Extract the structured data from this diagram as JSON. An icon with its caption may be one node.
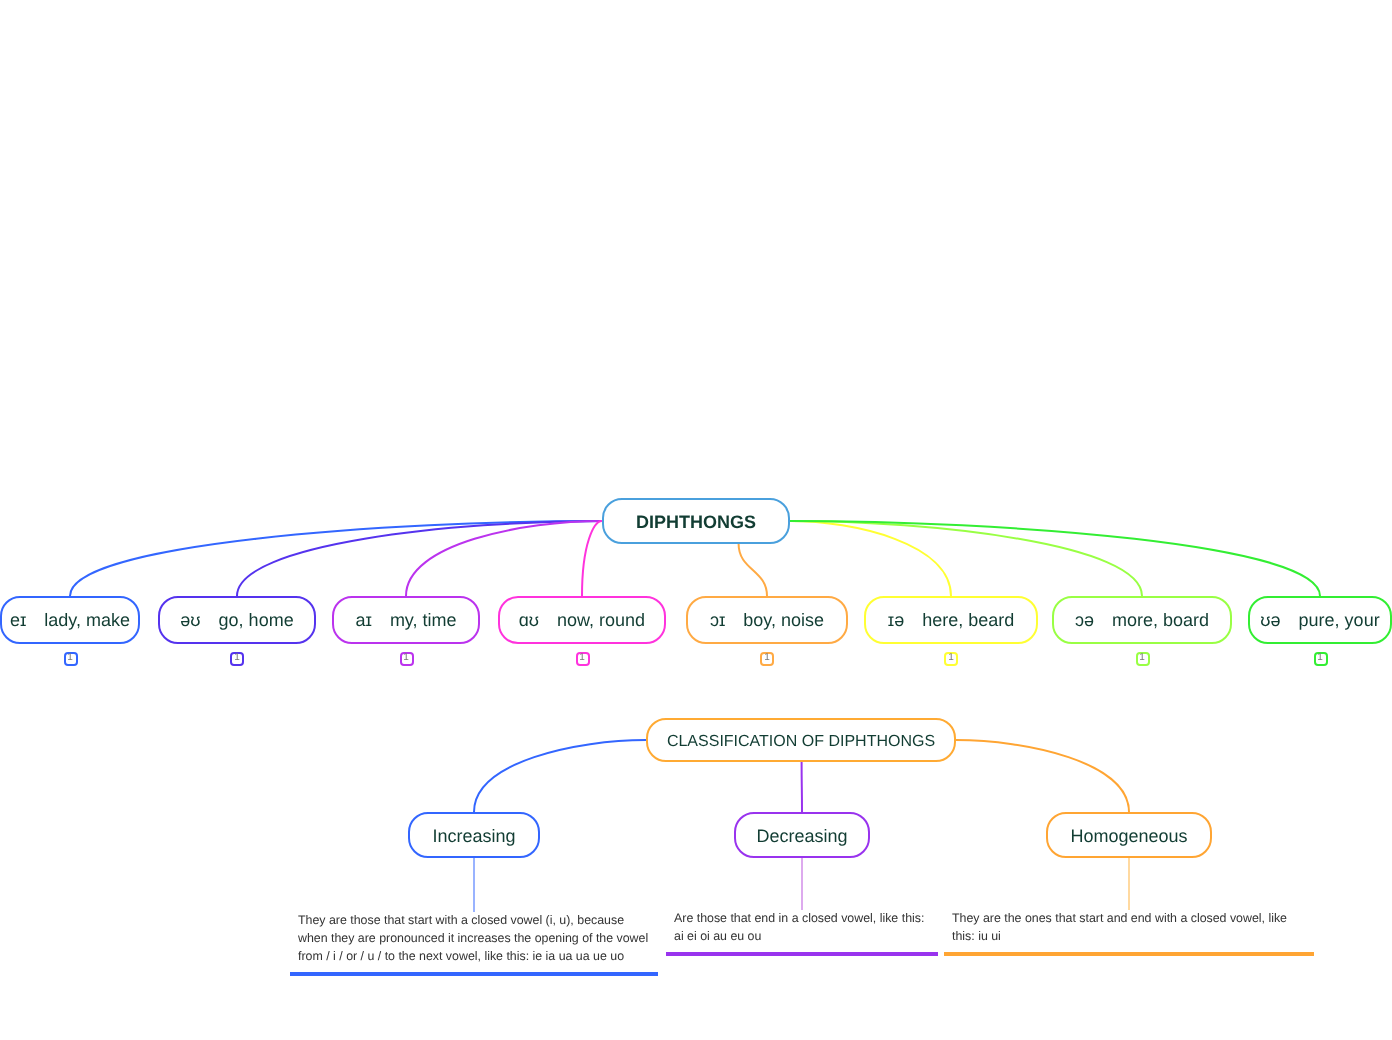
{
  "diagram": {
    "nodes": [
      {
        "text": [
          "DIPHTHONGS"
        ]
      },
      {
        "text": [
          "eɪ",
          "lady, make"
        ],
        "beside": [
          "1"
        ]
      },
      {
        "text": [
          "əʊ",
          "go, home"
        ],
        "beside": [
          "1"
        ]
      },
      {
        "text": [
          "aɪ",
          "my, time"
        ],
        "beside": [
          "1"
        ]
      },
      {
        "text": [
          "ɑʊ",
          "now, round"
        ],
        "beside": [
          "1"
        ]
      },
      {
        "text": [
          "ɔɪ",
          "boy, noise"
        ],
        "beside": [
          "1"
        ]
      },
      {
        "text": [
          "ɪə",
          "here, beard"
        ],
        "beside": [
          "1"
        ]
      },
      {
        "text": [
          "ɔə",
          "more, board"
        ],
        "beside": [
          "1"
        ]
      },
      {
        "text": [
          "ʊə",
          "pure, your"
        ],
        "beside": [
          "1"
        ]
      },
      {
        "text": [
          "CLASSIFICATION OF DIPHTHONGS"
        ]
      },
      {
        "text": [
          "Increasing"
        ]
      },
      {
        "text": [
          "Decreasing"
        ]
      },
      {
        "text": [
          "Homogeneous"
        ]
      },
      {
        "text": [
          "They are those that start with a closed vowel (i, u), because when they are pronounced it increases the opening of the vowel from / i / or / u / to the next vowel, like this: ie ia ua ua ue uo"
        ]
      },
      {
        "text": [
          "Are those that end in a closed vowel, like this: ai ei oi au eu ou"
        ]
      },
      {
        "text": [
          "They are the ones that start and end with a closed vowel, like this: iu ui"
        ]
      }
    ],
    "edges": [
      {
        "from": 0,
        "to": 1,
        "arrow": "none",
        "color": "#3366ff"
      },
      {
        "from": 0,
        "to": 2,
        "arrow": "none",
        "color": "#5533ee"
      },
      {
        "from": 0,
        "to": 3,
        "arrow": "none",
        "color": "#bb33ee"
      },
      {
        "from": 0,
        "to": 4,
        "arrow": "none",
        "color": "#ff33dd"
      },
      {
        "from": 0,
        "to": 5,
        "arrow": "none",
        "color": "#ffaa44"
      },
      {
        "from": 0,
        "to": 6,
        "arrow": "none",
        "color": "#ffff33"
      },
      {
        "from": 0,
        "to": 7,
        "arrow": "none",
        "color": "#99ff44"
      },
      {
        "from": 0,
        "to": 8,
        "arrow": "none",
        "color": "#33ee33"
      },
      {
        "from": 9,
        "to": 10,
        "arrow": "none",
        "color": "#3366ff"
      },
      {
        "from": 9,
        "to": 11,
        "arrow": "none",
        "color": "#9933ee"
      },
      {
        "from": 9,
        "to": 12,
        "arrow": "none",
        "color": "#ffa533"
      },
      {
        "from": 10,
        "to": 13,
        "arrow": "none",
        "color": "#99b3ff"
      },
      {
        "from": 11,
        "to": 14,
        "arrow": "none",
        "color": "#ddaaee"
      },
      {
        "from": 12,
        "to": 15,
        "arrow": "none",
        "color": "#ffd9a0"
      }
    ]
  }
}
